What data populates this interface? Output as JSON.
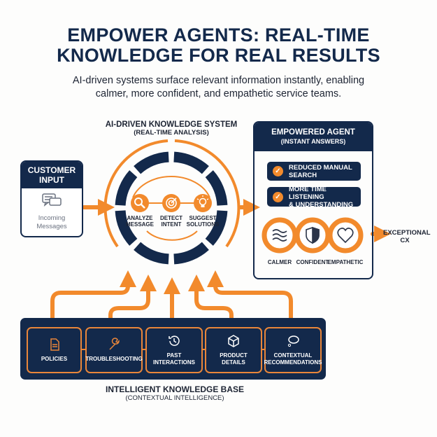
{
  "title": {
    "line1": "EMPOWER AGENTS: REAL-TIME",
    "line2": "KNOWLEDGE FOR REAL RESULTS"
  },
  "subtitle": {
    "line1": "AI-driven systems surface relevant information instantly, enabling",
    "line2": "calmer, more confident, and empathetic service teams."
  },
  "system": {
    "title": "AI-DRIVEN KNOWLEDGE SYSTEM",
    "subtitle": "(REAL-TIME ANALYSIS)",
    "steps": [
      {
        "icon": "magnifier-icon",
        "line1": "ANALYZE",
        "line2": "MESSAGE"
      },
      {
        "icon": "target-icon",
        "line1": "DETECT",
        "line2": "INTENT"
      },
      {
        "icon": "lightbulb-icon",
        "line1": "SUGGEST",
        "line2": "SOLUTIONS"
      }
    ]
  },
  "customer_input": {
    "title1": "CUSTOMER",
    "title2": "INPUT",
    "icon": "chat-bubbles-icon",
    "label1": "Incoming",
    "label2": "Messages"
  },
  "agent": {
    "title": "EMPOWERED AGENT",
    "subtitle": "(INSTANT ANSWERS)",
    "benefits": [
      {
        "line1": "REDUCED MANUAL",
        "line2": "SEARCH"
      },
      {
        "line1": "MORE TIME LISTENING",
        "line2": "& UNDERSTANDING"
      }
    ],
    "traits": [
      {
        "icon": "waves-icon",
        "label": "CALMER"
      },
      {
        "icon": "shield-icon",
        "label": "CONFIDENT"
      },
      {
        "icon": "heart-icon",
        "label": "EMPATHETIC"
      }
    ]
  },
  "outcome": {
    "line1": "EXCEPTIONAL",
    "line2": "CX"
  },
  "knowledge_base": {
    "title": "INTELLIGENT KNOWLEDGE BASE",
    "subtitle": "(CONTEXTUAL INTELLIGENCE)",
    "items": [
      {
        "icon": "document-icon",
        "line1": "POLICIES",
        "line2": ""
      },
      {
        "icon": "wrench-icon",
        "line1": "TROUBLESHOOTING",
        "line2": ""
      },
      {
        "icon": "history-icon",
        "line1": "PAST",
        "line2": "INTERACTIONS"
      },
      {
        "icon": "package-icon",
        "line1": "PRODUCT",
        "line2": "DETAILS"
      },
      {
        "icon": "thought-bubble-icon",
        "line1": "CONTEXTUAL",
        "line2": "RECOMMENDATIONS"
      }
    ]
  },
  "colors": {
    "navy": "#13294b",
    "orange": "#f28a2c"
  }
}
